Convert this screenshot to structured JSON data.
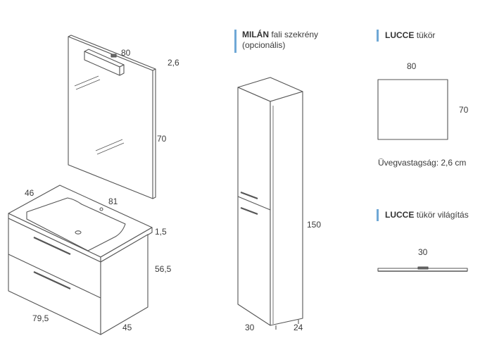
{
  "colors": {
    "accent": "#6fa8d6",
    "line": "#555555"
  },
  "mirror": {
    "width": "80",
    "depth": "2,6",
    "height": "70"
  },
  "vanity": {
    "depth": "46",
    "basin_width": "81",
    "top_thickness": "1,5",
    "body_height": "56,5",
    "width": "79,5",
    "body_depth": "45"
  },
  "milan": {
    "name": "MILÁN",
    "desc": "fali szekrény",
    "desc2": "(opcionális)",
    "height": "150",
    "width": "30",
    "depth": "24"
  },
  "lucce_mirror": {
    "name": "LUCCE",
    "desc": "tükör",
    "width": "80",
    "height": "70",
    "glass": "Üvegvastagság: 2,6 cm"
  },
  "lucce_light": {
    "name": "LUCCE",
    "desc": "tükör világítás",
    "width": "30"
  }
}
